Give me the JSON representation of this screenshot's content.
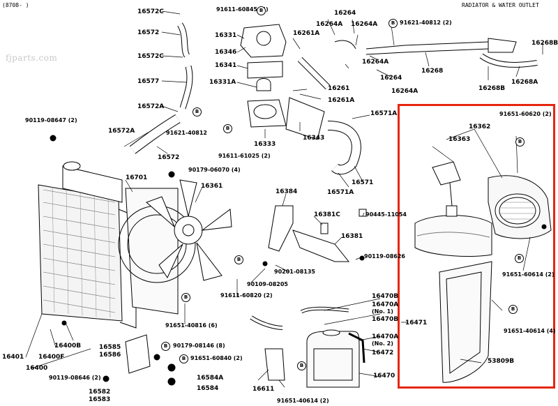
{
  "header": {
    "code": "(8708-      )",
    "title": "RADIATOR & WATER OUTLET"
  },
  "watermark": "fjparts.com",
  "highlight_color": "#e5260f",
  "badge_letter": "B",
  "labels": {
    "p16572C_a": "16572C",
    "p16572": "16572",
    "p16572C_b": "16572C",
    "p16577": "16577",
    "p16572A_a": "16572A",
    "p91621_40812a": "91621-40812",
    "p90119_08647": "90119-08647 (2)",
    "p16572A_b": "16572A",
    "p16572_b": "16572",
    "p91611_60845": "91611-60845 (4)",
    "p16331": "16331",
    "p16346": "16346",
    "p16341": "16341",
    "p16331A": "16331A",
    "p16333": "16333",
    "p91611_61025": "91611-61025 (2)",
    "p16261A_a": "16261A",
    "p16264A_a": "16264A",
    "p16264_a": "16264",
    "p16264A_b": "16264A",
    "p91621_40812b": "91621-40812 (2)",
    "p16264A_c": "16264A",
    "p16264_b": "16264",
    "p16264A_d": "16264A",
    "p16268": "16268",
    "p16268B_a": "16268B",
    "p16268B_b": "16268B",
    "p16268A": "16268A",
    "p16261": "16261",
    "p16261A_b": "16261A",
    "p16343": "16343",
    "p16571A_a": "16571A",
    "p16571A_b": "16571A",
    "p16571": "16571",
    "p90179_06070": "90179-06070 (4)",
    "p16701": "16701",
    "p16361": "16361",
    "p16384": "16384",
    "p16381C": "16381C",
    "p90445": "90445-11054",
    "p16381": "16381",
    "p90119_08626": "90119-08626",
    "p90201": "90201-08135",
    "p90109": "90109-08205",
    "p91611_60820": "91611-60820 (2)",
    "p91651_40816": "91651-40816 (6)",
    "p16400B": "16400B",
    "p16400F": "16400F",
    "p16401": "16401",
    "p16400": "16400",
    "p16585": "16585",
    "p16586": "16586",
    "p90179_08146": "90179-08146 (8)",
    "p91651_60840": "91651-60840 (2)",
    "p90119_08646": "90119-08646 (2)",
    "p16582": "16582",
    "p16583": "16583",
    "p16584A": "16584A",
    "p16584": "16584",
    "p16611": "16611",
    "p91651_40614a": "91651-40614 (2)",
    "p16470B_a": "16470B",
    "p16470A_a": "16470A",
    "p16470A_a2": "(No. 1)",
    "p16470B_b": "16470B",
    "p16471": "16471",
    "p16470A_b": "16470A",
    "p16470A_b2": "(No. 2)",
    "p16472": "16472",
    "p16470": "16470",
    "p91651_60620": "91651-60620 (2)",
    "p16362": "16362",
    "p16363": "16363",
    "p91651_60614": "91651-60614 (2)",
    "p91651_40614b": "91651-40614 (4)",
    "p53809B": "53809B"
  }
}
